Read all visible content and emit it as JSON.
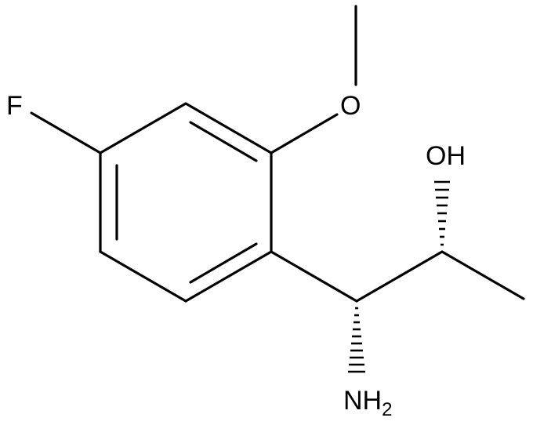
{
  "atom_labels": {
    "fluorine": "F",
    "methoxy_oxygen": "O",
    "hydroxyl": "OH",
    "amine": "NH",
    "amine_subscript": "2"
  },
  "colors": {
    "bond": "#000000",
    "background": "#ffffff"
  }
}
